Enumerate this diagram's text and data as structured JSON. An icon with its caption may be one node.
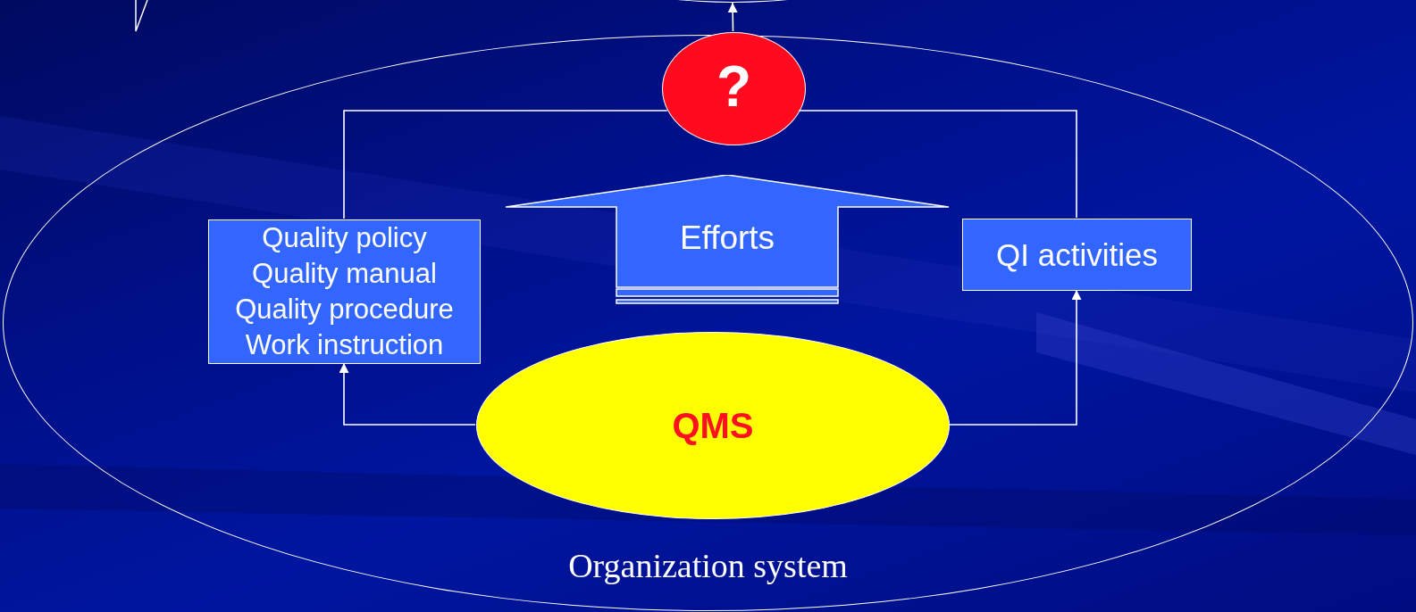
{
  "diagram": {
    "nodes": [
      {
        "text": [
          "Organization system"
        ]
      },
      {
        "text": [
          "?"
        ],
        "in": 0
      },
      {
        "text": [
          "Quality policy",
          "Quality manual",
          "Quality procedure",
          "Work instruction"
        ],
        "in": 0
      },
      {
        "text": [
          "Efforts"
        ],
        "in": 0
      },
      {
        "text": [
          "QI activities"
        ],
        "in": 0
      },
      {
        "text": [
          "QMS"
        ],
        "in": 0
      },
      {
        "text": [],
        "shape": "ellipse"
      }
    ],
    "edges": [
      {
        "from": 5,
        "to": 2,
        "arrow": "to"
      },
      {
        "from": 5,
        "to": 4,
        "arrow": "to"
      },
      {
        "from": 2,
        "to": 1,
        "arrow": "none"
      },
      {
        "from": 4,
        "to": 1,
        "arrow": "none"
      },
      {
        "from": 1,
        "to": 6,
        "arrow": "to"
      }
    ]
  }
}
